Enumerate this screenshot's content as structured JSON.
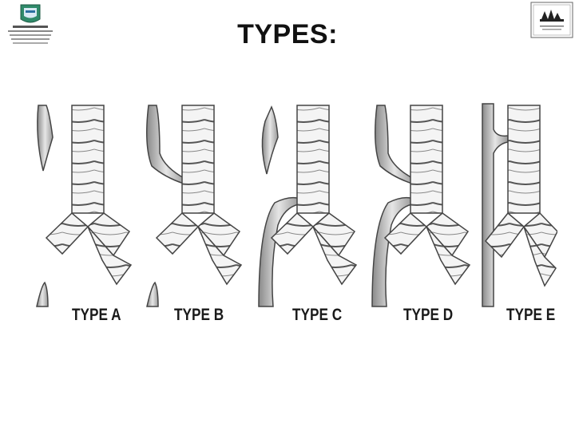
{
  "slide": {
    "title": "TYPES:"
  },
  "figure": {
    "panels": [
      {
        "label": "TYPE A"
      },
      {
        "label": "TYPE B"
      },
      {
        "label": "TYPE C"
      },
      {
        "label": "TYPE D"
      },
      {
        "label": "TYPE E"
      }
    ]
  },
  "logos": {
    "left": "institution-crest-logo",
    "right": "naac-accreditation-logo"
  }
}
